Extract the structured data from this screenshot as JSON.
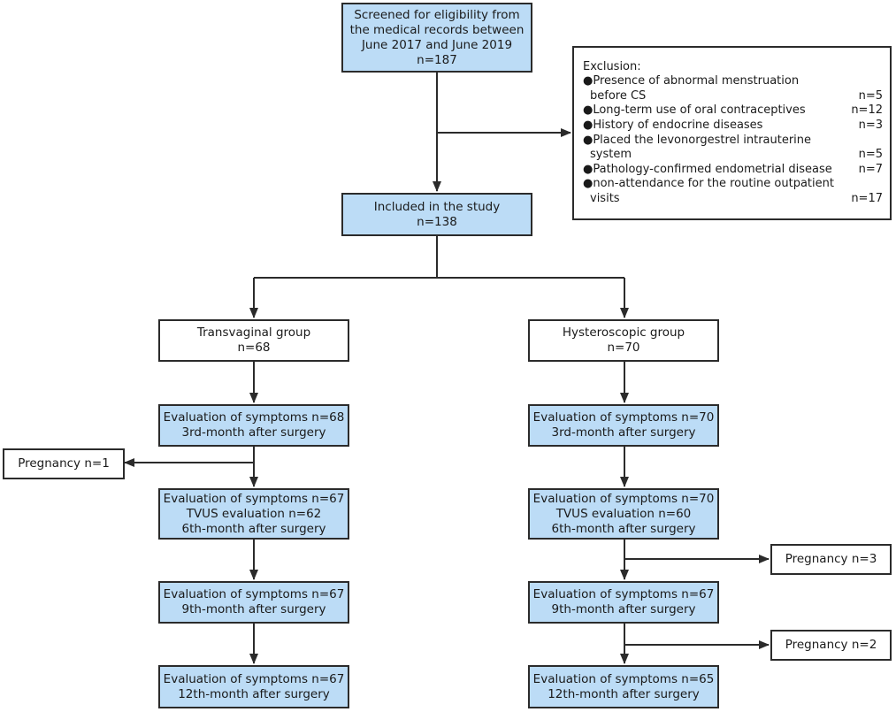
{
  "boxes": {
    "screened": [
      "Screened for eligibility from",
      "the medical records between",
      "June 2017 and June 2019",
      "n=187"
    ],
    "included": [
      "Included in the study",
      "n=138"
    ],
    "trans_group": [
      "Transvaginal group",
      "n=68"
    ],
    "hyst_group": [
      "Hysteroscopic group",
      "n=70"
    ],
    "trans_3m": [
      "Evaluation of symptoms n=68",
      "3rd-month after surgery"
    ],
    "trans_6m": [
      "Evaluation of symptoms n=67",
      "TVUS evaluation n=62",
      "6th-month after surgery"
    ],
    "trans_9m": [
      "Evaluation of symptoms n=67",
      "9th-month after surgery"
    ],
    "trans_12m": [
      "Evaluation of symptoms n=67",
      "12th-month after surgery"
    ],
    "hyst_3m": [
      "Evaluation of symptoms n=70",
      "3rd-month after surgery"
    ],
    "hyst_6m": [
      "Evaluation of symptoms n=70",
      "TVUS evaluation n=60",
      "6th-month after surgery"
    ],
    "hyst_9m": [
      "Evaluation of symptoms n=67",
      "9th-month after surgery"
    ],
    "hyst_12m": [
      "Evaluation of symptoms n=65",
      "12th-month after surgery"
    ],
    "preg_trans_3m": [
      "Pregnancy n=1"
    ],
    "preg_hyst_6m": [
      "Pregnancy n=3"
    ],
    "preg_hyst_9m": [
      "Pregnancy n=2"
    ]
  },
  "exclusion": {
    "title": "Exclusion:",
    "rows": [
      {
        "text": "●Presence of abnormal menstruation",
        "count": ""
      },
      {
        "text": "before CS",
        "count": "n=5",
        "indent": true
      },
      {
        "text": "●Long-term use of oral contraceptives",
        "count": "n=12"
      },
      {
        "text": "●History of endocrine diseases",
        "count": "n=3"
      },
      {
        "text": "●Placed the levonorgestrel intrauterine",
        "count": ""
      },
      {
        "text": "system",
        "count": "n=5",
        "indent": true
      },
      {
        "text": "●Pathology-confirmed endometrial disease",
        "count": "n=7"
      },
      {
        "text": "●non-attendance for the routine outpatient",
        "count": ""
      },
      {
        "text": "visits",
        "count": "n=17",
        "indent": true
      }
    ]
  },
  "colors": {
    "box_fill": "#bcdcf6",
    "line": "#2b2b2b"
  }
}
